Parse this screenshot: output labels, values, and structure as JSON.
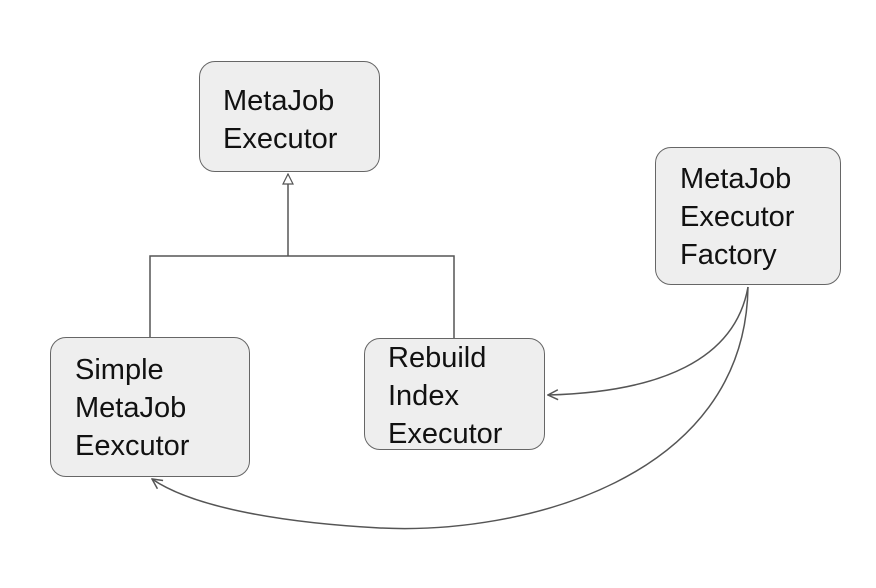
{
  "diagram": {
    "nodes": {
      "metajob_executor": {
        "lines": [
          "MetaJob",
          "Executor"
        ]
      },
      "factory": {
        "lines": [
          "MetaJob",
          "Executor",
          "Factory"
        ]
      },
      "simple": {
        "lines": [
          "Simple",
          "MetaJob",
          "Eexcutor"
        ]
      },
      "rebuild": {
        "lines": [
          "Rebuild",
          "Index",
          "Executor"
        ]
      }
    },
    "edges": [
      {
        "from": "simple",
        "to": "metajob_executor",
        "kind": "inheritance"
      },
      {
        "from": "rebuild",
        "to": "metajob_executor",
        "kind": "inheritance"
      },
      {
        "from": "factory",
        "to": "rebuild",
        "kind": "association"
      },
      {
        "from": "factory",
        "to": "simple",
        "kind": "association"
      }
    ],
    "colors": {
      "node_fill": "#eeeeee",
      "node_border": "#666666",
      "connector": "#555555",
      "text": "#111111"
    }
  }
}
